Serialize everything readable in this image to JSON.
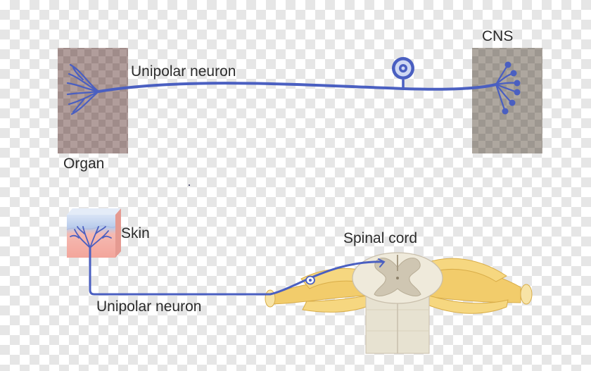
{
  "labels": {
    "organ": "Organ",
    "cns": "CNS",
    "unipolar_top": "Unipolar neuron",
    "skin": "Skin",
    "spinal_cord": "Spinal cord",
    "unipolar_bottom": "Unipolar neuron"
  },
  "colors": {
    "neuron": "#4a5fc1",
    "organ_block": "#a08c8a",
    "cns_block": "#9d9790",
    "nerve": "#f2cc6b",
    "cord_white": "#ebe6d6",
    "cord_grey": "#c9bfac",
    "skin_top": "#c6d7f1",
    "skin_body": "#f6b0a8"
  }
}
